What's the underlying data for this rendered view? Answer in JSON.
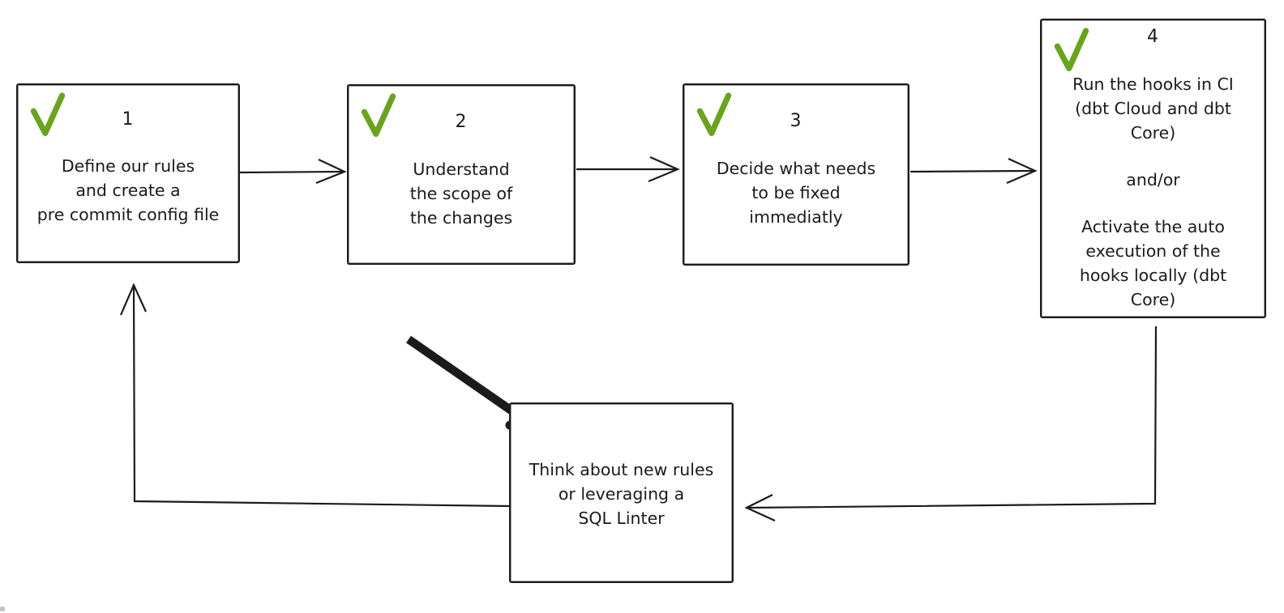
{
  "colors": {
    "check_green": "#6aa41f",
    "arrow_orange": "#e8840c",
    "ink": "#1b1b1b"
  },
  "boxes": {
    "step1": {
      "number": "1",
      "lines": [
        "Define our rules",
        "and create a",
        "pre commit config file"
      ]
    },
    "step2": {
      "number": "2",
      "lines": [
        "Understand",
        "the scope of",
        "the changes"
      ]
    },
    "step3": {
      "number": "3",
      "lines": [
        "Decide what needs",
        "to be fixed",
        "immediatly"
      ]
    },
    "step4": {
      "number": "4",
      "para1": [
        "Run the hooks in CI",
        "(dbt Cloud and dbt",
        "Core)"
      ],
      "connector": "and/or",
      "para2": [
        "Activate the auto",
        "execution of the",
        "hooks locally (dbt",
        "Core)"
      ]
    },
    "loop": {
      "lines": [
        "Think about new rules",
        "or leveraging a",
        "SQL Linter"
      ]
    }
  }
}
